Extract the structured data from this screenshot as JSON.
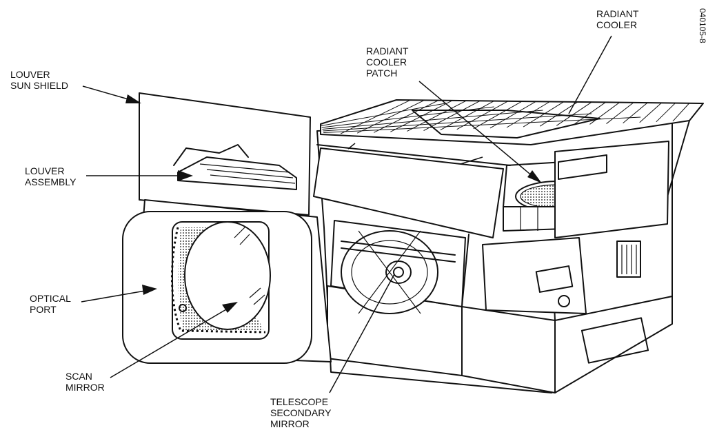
{
  "figure_id": "040105-8",
  "labels": {
    "radiant_cooler": "RADIANT\nCOOLER",
    "radiant_cooler_patch": "RADIANT\nCOOLER\nPATCH",
    "louver_sun_shield": "LOUVER\nSUN SHIELD",
    "louver_assembly": "LOUVER\nASSEMBLY",
    "optical_port": "OPTICAL\nPORT",
    "scan_mirror": "SCAN\nMIRROR",
    "telescope_secondary_mirror": "TELESCOPE\nSECONDARY\nMIRROR"
  }
}
